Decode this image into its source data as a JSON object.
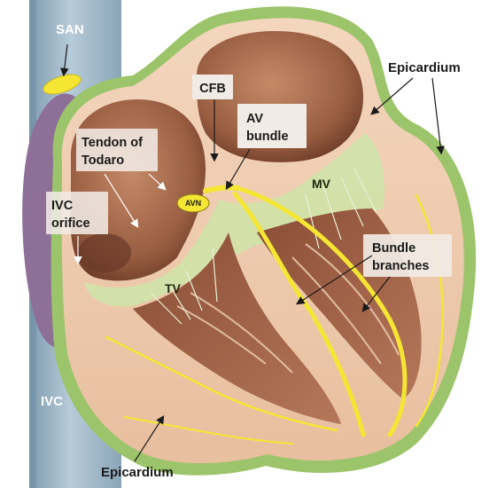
{
  "labels": {
    "san": "SAN",
    "epicardium_top": "Epicardium",
    "epicardium_bottom": "Epicardium",
    "cfb": "CFB",
    "av_bundle_1": "AV",
    "av_bundle_2": "bundle",
    "tendon_1": "Tendon of",
    "tendon_2": "Todaro",
    "ivc_orifice_1": "IVC",
    "ivc_orifice_2": "orifice",
    "avn": "AVN",
    "mv": "MV",
    "tv": "TV",
    "bundle_branches_1": "Bundle",
    "bundle_branches_2": "branches",
    "ivc": "IVC"
  },
  "colors": {
    "vein": "#9fb8c9",
    "vein_shade": "#7f9cb0",
    "atrial_wall": "#d9b39a",
    "chamber": "#a56a4c",
    "chamber_dark": "#7a4530",
    "myocardium": "#f1cfb3",
    "epicardium": "#9cc46a",
    "valve_ring": "#cfe3a8",
    "conduction": "#f5e633",
    "purple_tissue": "#8d6f98",
    "label_box": "#f1ebe5"
  }
}
